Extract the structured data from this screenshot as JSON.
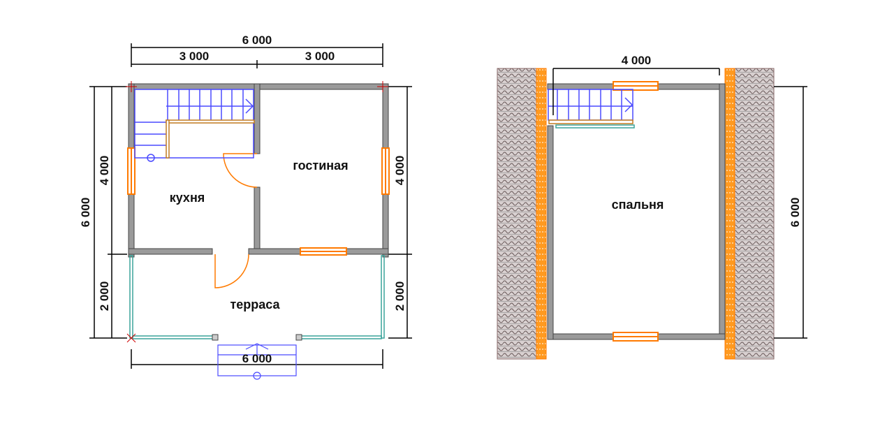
{
  "plan1": {
    "dims": {
      "top_total": "6 000",
      "top_left": "3 000",
      "top_right": "3 000",
      "left_total": "6 000",
      "left_upper": "4 000",
      "left_lower": "2 000",
      "right_upper": "4 000",
      "right_lower": "2 000",
      "bottom_total": "6 000"
    },
    "rooms": {
      "kitchen": "кухня",
      "living": "гостиная",
      "terrace": "терраса"
    }
  },
  "plan2": {
    "dims": {
      "top": "4 000",
      "right": "6 000"
    },
    "rooms": {
      "bedroom": "спальня"
    }
  },
  "colors": {
    "wall": "#9a9a9a",
    "wall_edge": "#444444",
    "window": "#ff7a00",
    "stair": "#4a4aff",
    "glass": "#3aa39a",
    "brick": "#8a6a6a",
    "dim": "#000000"
  }
}
